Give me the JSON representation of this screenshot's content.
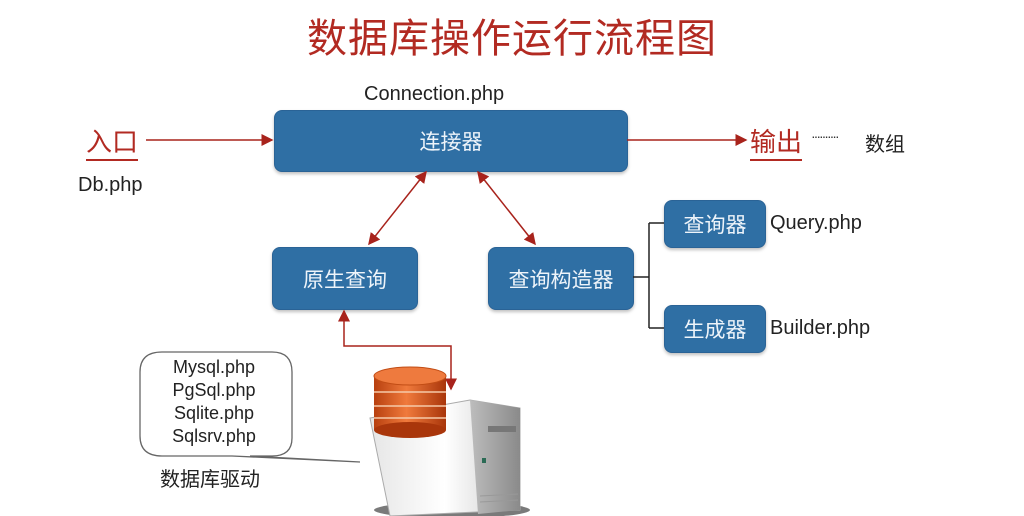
{
  "title": "数据库操作运行流程图",
  "entry": {
    "label": "入口",
    "file": "Db.php"
  },
  "output": {
    "label": "输出",
    "result": "数组",
    "connector": "··········"
  },
  "connection": {
    "file": "Connection.php",
    "box_label": "连接器"
  },
  "native_query": {
    "box_label": "原生查询"
  },
  "query_builder": {
    "box_label": "查询构造器"
  },
  "query": {
    "box_label": "查询器",
    "file": "Query.php"
  },
  "builder": {
    "box_label": "生成器",
    "file": "Builder.php"
  },
  "drivers": {
    "files": [
      "Mysql.php",
      "PgSql.php",
      "Sqlite.php",
      "Sqlsrv.php"
    ],
    "caption": "数据库驱动"
  },
  "icons": {
    "database": "database-server-icon"
  },
  "colors": {
    "box": "#2f6fa4",
    "accent": "#b22a22",
    "db": "#d9541e"
  }
}
